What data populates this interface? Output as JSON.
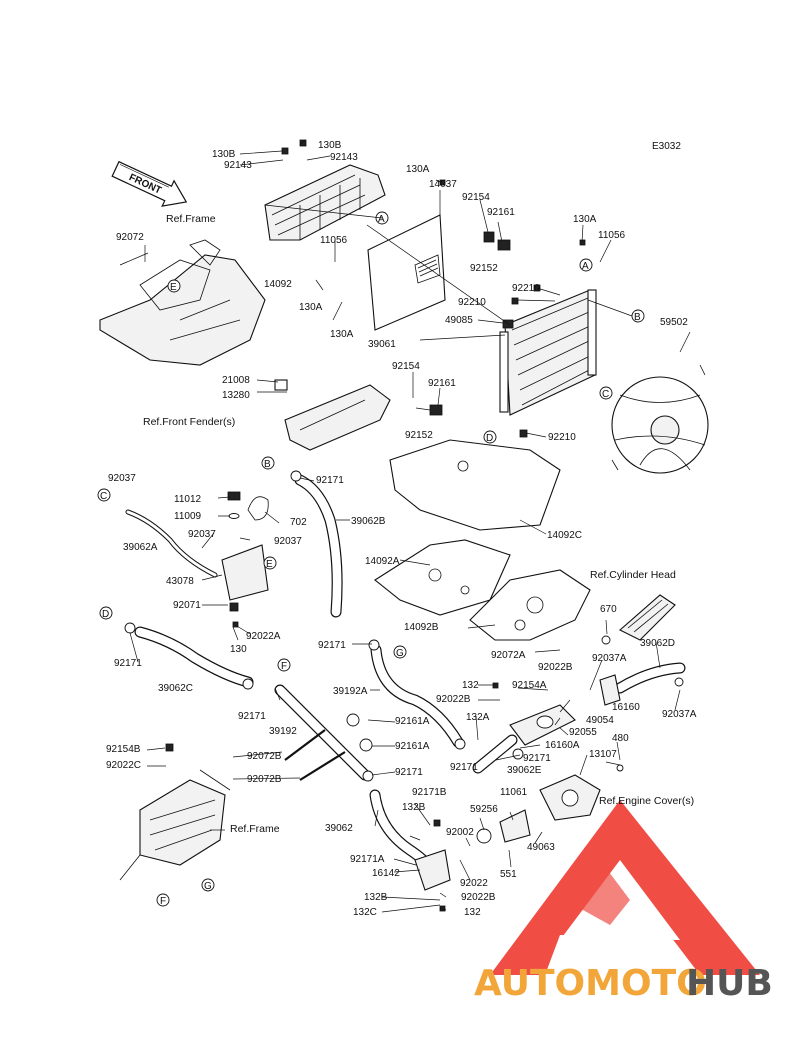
{
  "diagram_code": "E3032",
  "front_label": "FRONT",
  "callouts": [
    "A",
    "B",
    "C",
    "D",
    "E",
    "F",
    "G"
  ],
  "references": {
    "frame_top": "Ref.Frame",
    "frame_bottom": "Ref.Frame",
    "front_fender": "Ref.Front Fender(s)",
    "cylinder_head": "Ref.Cylinder Head",
    "engine_cover": "Ref.Engine Cover(s)"
  },
  "part_labels": {
    "p130B_l": "130B",
    "p130B_r": "130B",
    "p92143_l": "92143",
    "p92143_r": "92143",
    "p14092": "14092",
    "p130A_top": "130A",
    "p14037": "14037",
    "p92154_top": "92154",
    "p92161_top": "92161",
    "p92152_top": "92152",
    "p130A_right": "130A",
    "p11056_right": "11056",
    "p11056_mid": "11056",
    "p130A_mid1": "130A",
    "p130A_mid2": "130A",
    "p92072_frame": "92072",
    "p92210_a": "92210",
    "p92210_b": "92210",
    "p49085": "49085",
    "p39061": "39061",
    "p59502": "59502",
    "p92154_mid": "92154",
    "p92161_mid": "92161",
    "p92152_mid": "92152",
    "p92210_c": "92210",
    "p21008": "21008",
    "p13280": "13280",
    "p92171_top": "92171",
    "p92037_top": "92037",
    "p39062B": "39062B",
    "p11012": "11012",
    "p11009": "11009",
    "p702": "702",
    "p92037_mid": "92037",
    "p92037_b": "92037",
    "p39062A": "39062A",
    "p43078": "43078",
    "p92071": "92071",
    "p92022A": "92022A",
    "p130": "130",
    "p14092C": "14092C",
    "p14092A": "14092A",
    "p14092B": "14092B",
    "p92171_left": "92171",
    "p39062C": "39062C",
    "p92171_mid": "92171",
    "p39192A": "39192A",
    "p92072A": "92072A",
    "p670": "670",
    "p39062D": "39062D",
    "p92037A_a": "92037A",
    "p92022B_a": "92022B",
    "p132": "132",
    "p92022B_b": "92022B",
    "p92154A": "92154A",
    "p16160": "16160",
    "p92037A_b": "92037A",
    "p49054": "49054",
    "p92055": "92055",
    "p132A": "132A",
    "p16160A": "16160A",
    "p92171_c": "92171",
    "p39062E": "39062E",
    "p480": "480",
    "p13107": "13107",
    "p92171_d": "92171",
    "p39192": "39192",
    "p92161A_a": "92161A",
    "p92161A_b": "92161A",
    "p92154B": "92154B",
    "p92022C": "92022C",
    "p92072B_a": "92072B",
    "p92072B_b": "92072B",
    "p92171_e": "92171",
    "p39062": "39062",
    "p92171B": "92171B",
    "p132B_a": "132B",
    "p59256": "59256",
    "p11061": "11061",
    "p92002": "92002",
    "p49063": "49063",
    "p92171A": "92171A",
    "p16142": "16142",
    "p92022": "92022",
    "p551": "551",
    "p132B_b": "132B",
    "p92022B_c": "92022B",
    "p132C": "132C",
    "p132_b": "132"
  },
  "watermark": {
    "part1": "AUTOMOTO",
    "part2": "HUB"
  },
  "colors": {
    "line": "#111111",
    "watermark_red": "#ef3e36",
    "watermark_orange": "#f2a63a",
    "watermark_gray": "#555555"
  }
}
